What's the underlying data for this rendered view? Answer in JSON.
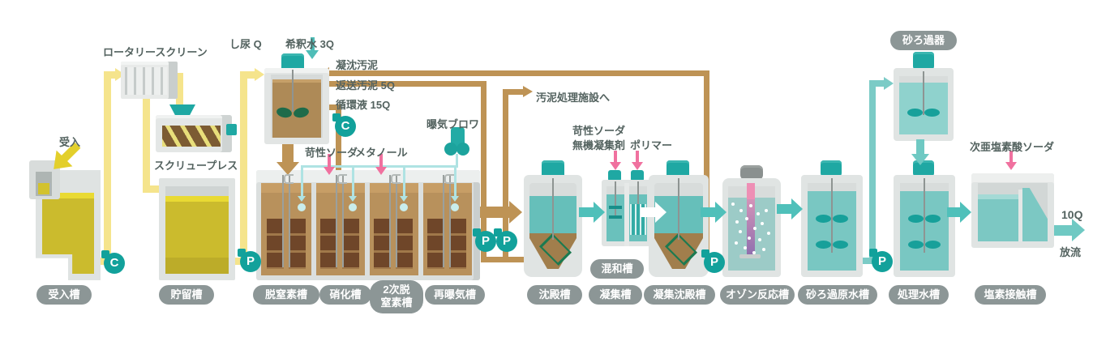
{
  "process_units": [
    {
      "label": "受入槽"
    },
    {
      "label": "貯留槽"
    },
    {
      "label": "脱窒素槽"
    },
    {
      "label": "硝化槽"
    },
    {
      "label": "2次脱\n窒素槽"
    },
    {
      "label": "再曝気槽"
    },
    {
      "label": "沈殿槽"
    },
    {
      "label": "混和槽"
    },
    {
      "label": "凝集槽"
    },
    {
      "label": "凝集沈殿槽"
    },
    {
      "label": "オゾン反応槽"
    },
    {
      "label": "砂ろ過原水槽"
    },
    {
      "label": "処理水槽"
    },
    {
      "label": "塩素接触槽"
    },
    {
      "label": "砂ろ過器"
    }
  ],
  "equipment": {
    "rotary_screen": "ロータリースクリーン",
    "screw_press": "スクリュープレス",
    "aeration_blower": "曝気ブロワ"
  },
  "flows": {
    "intake": "受入",
    "night_soil": "し尿 Q",
    "dilution_water": "希釈水 3Q",
    "coagulated_sludge": "凝沈汚泥",
    "return_sludge": "返送汚泥 5Q",
    "circulation_liquid": "循環液 15Q",
    "caustic_soda_1": "苛性ソーダ",
    "methanol": "メタノール",
    "to_sludge_facility": "汚泥処理施設へ",
    "caustic_soda_2": "苛性ソーダ",
    "inorganic_coagulant": "無機凝集剤",
    "polymer": "ポリマー",
    "sodium_hypochlorite": "次亜塩素酸ソーダ",
    "outflow_rate": "10Q",
    "discharge": "放流"
  },
  "badges": [
    {
      "letter": "C"
    },
    {
      "letter": "P"
    },
    {
      "letter": "C"
    },
    {
      "letter": "P"
    },
    {
      "letter": "P"
    },
    {
      "letter": "P"
    },
    {
      "letter": "P"
    }
  ],
  "colors": {
    "pipe_yellow": "#F5E48C",
    "liquid_yellow": "#CBBB2D",
    "pipe_brown": "#BE9355",
    "liquid_brown": "#B8915C",
    "teal_accent": "#1FA8A3",
    "water_teal": "#6AC1BC",
    "aeration_cyan": "#AFE3E3",
    "chemical_pink": "#F0719F",
    "pill_gray": "#8C9696",
    "text_gray": "#53625F"
  }
}
